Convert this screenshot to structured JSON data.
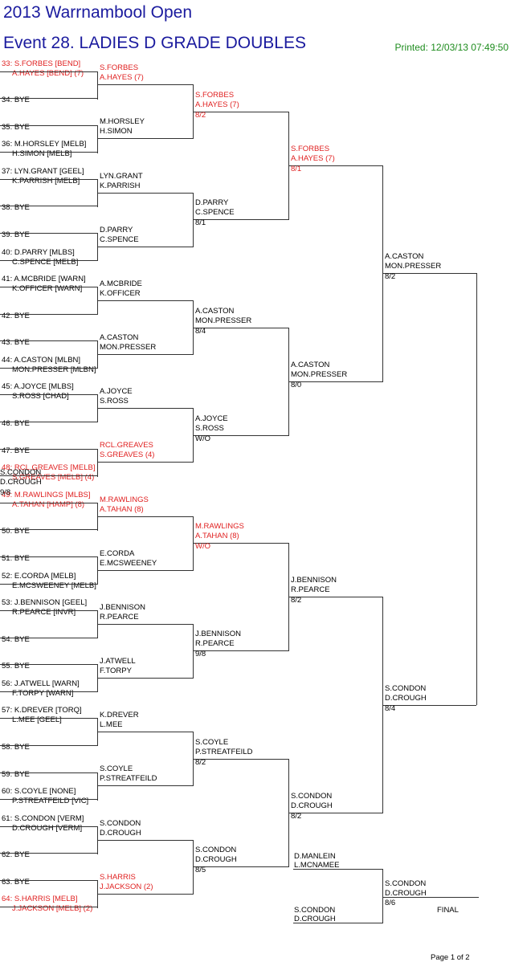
{
  "header": {
    "tournament_title": "2013 Warrnambool Open",
    "event_title": "Event 28. LADIES D GRADE DOUBLES",
    "printed": "Printed: 12/03/13 07:49:50"
  },
  "colors": {
    "title": "#1a1a9e",
    "printed": "#1e8c1e",
    "seed_red": "#e02020",
    "lines": "#333333"
  },
  "draw": [
    {
      "l1": "33: S.FORBES [BEND]",
      "l2": "A.HAYES [BEND] (7)",
      "red": true
    },
    {
      "l1": "34: BYE",
      "l2": ""
    },
    {
      "l1": "35: BYE",
      "l2": ""
    },
    {
      "l1": "36: M.HORSLEY [MELB]",
      "l2": "H.SIMON [MELB]"
    },
    {
      "l1": "37: LYN.GRANT [GEEL]",
      "l2": "K.PARRISH [MELB]"
    },
    {
      "l1": "38: BYE",
      "l2": ""
    },
    {
      "l1": "39: BYE",
      "l2": ""
    },
    {
      "l1": "40: D.PARRY [MLBS]",
      "l2": "C.SPENCE [MELB]"
    },
    {
      "l1": "41: A.MCBRIDE [WARN]",
      "l2": "K.OFFICER [WARN]"
    },
    {
      "l1": "42: BYE",
      "l2": ""
    },
    {
      "l1": "43: BYE",
      "l2": ""
    },
    {
      "l1": "44: A.CASTON [MLBN]",
      "l2": "MON.PRESSER [MLBN]"
    },
    {
      "l1": "45: A.JOYCE [MLBS]",
      "l2": "S.ROSS [CHAD]"
    },
    {
      "l1": "46: BYE",
      "l2": ""
    },
    {
      "l1": "47: BYE",
      "l2": ""
    },
    {
      "l1": "48: RCL.GREAVES [MELB]",
      "l2": "S.GREAVES [MELB] (4)",
      "red": true
    },
    {
      "l1": "49: M.RAWLINGS [MLBS]",
      "l2": "A.TAHAN [HAMP] (8)",
      "red": true
    },
    {
      "l1": "50: BYE",
      "l2": ""
    },
    {
      "l1": "51: BYE",
      "l2": ""
    },
    {
      "l1": "52: E.CORDA [MELB]",
      "l2": "E.MCSWEENEY [MELB]"
    },
    {
      "l1": "53: J.BENNISON [GEEL]",
      "l2": "R.PEARCE [INVR]"
    },
    {
      "l1": "54: BYE",
      "l2": ""
    },
    {
      "l1": "55: BYE",
      "l2": ""
    },
    {
      "l1": "56: J.ATWELL [WARN]",
      "l2": "F.TORPY [WARN]"
    },
    {
      "l1": "57: K.DREVER [TORQ]",
      "l2": "L.MEE [GEEL]"
    },
    {
      "l1": "58: BYE",
      "l2": ""
    },
    {
      "l1": "59: BYE",
      "l2": ""
    },
    {
      "l1": "60: S.COYLE [NONE]",
      "l2": "P.STREATFEILD [VIC]"
    },
    {
      "l1": "61: S.CONDON [VERM]",
      "l2": "D.CROUGH [VERM]"
    },
    {
      "l1": "62: BYE",
      "l2": ""
    },
    {
      "l1": "63: BYE",
      "l2": ""
    },
    {
      "l1": "64: S.HARRIS [MELB]",
      "l2": "J.JACKSON [MELB] (2)",
      "red": true
    }
  ],
  "rounds": [
    [
      {
        "l1": "S.FORBES",
        "l2": "A.HAYES (7)",
        "score": "",
        "red": true
      },
      {
        "l1": "M.HORSLEY",
        "l2": "H.SIMON",
        "score": ""
      },
      {
        "l1": "LYN.GRANT",
        "l2": "K.PARRISH",
        "score": ""
      },
      {
        "l1": "D.PARRY",
        "l2": "C.SPENCE",
        "score": ""
      },
      {
        "l1": "A.MCBRIDE",
        "l2": "K.OFFICER",
        "score": ""
      },
      {
        "l1": "A.CASTON",
        "l2": "MON.PRESSER",
        "score": ""
      },
      {
        "l1": "A.JOYCE",
        "l2": "S.ROSS",
        "score": ""
      },
      {
        "l1": "RCL.GREAVES",
        "l2": "S.GREAVES (4)",
        "score": "",
        "red": true
      },
      {
        "l1": "M.RAWLINGS",
        "l2": "A.TAHAN (8)",
        "score": "",
        "red": true
      },
      {
        "l1": "E.CORDA",
        "l2": "E.MCSWEENEY",
        "score": ""
      },
      {
        "l1": "J.BENNISON",
        "l2": "R.PEARCE",
        "score": ""
      },
      {
        "l1": "J.ATWELL",
        "l2": "F.TORPY",
        "score": ""
      },
      {
        "l1": "K.DREVER",
        "l2": "L.MEE",
        "score": ""
      },
      {
        "l1": "S.COYLE",
        "l2": "P.STREATFEILD",
        "score": ""
      },
      {
        "l1": "S.CONDON",
        "l2": "D.CROUGH",
        "score": ""
      },
      {
        "l1": "S.HARRIS",
        "l2": "J.JACKSON (2)",
        "score": "",
        "red": true
      }
    ],
    [
      {
        "l1": "S.FORBES",
        "l2": "A.HAYES (7)",
        "score": "8/2",
        "red": true
      },
      {
        "l1": "D.PARRY",
        "l2": "C.SPENCE",
        "score": "8/1"
      },
      {
        "l1": "A.CASTON",
        "l2": "MON.PRESSER",
        "score": "8/4"
      },
      {
        "l1": "A.JOYCE",
        "l2": "S.ROSS",
        "score": "W/O"
      },
      {
        "l1": "M.RAWLINGS",
        "l2": "A.TAHAN (8)",
        "score": "W/O",
        "red": true
      },
      {
        "l1": "J.BENNISON",
        "l2": "R.PEARCE",
        "score": "9/8"
      },
      {
        "l1": "S.COYLE",
        "l2": "P.STREATFEILD",
        "score": "8/2"
      },
      {
        "l1": "S.CONDON",
        "l2": "D.CROUGH",
        "score": "8/5"
      }
    ],
    [
      {
        "l1": "S.FORBES",
        "l2": "A.HAYES (7)",
        "score": "8/1",
        "red": true
      },
      {
        "l1": "A.CASTON",
        "l2": "MON.PRESSER",
        "score": "8/0"
      },
      {
        "l1": "J.BENNISON",
        "l2": "R.PEARCE",
        "score": "8/2"
      },
      {
        "l1": "S.CONDON",
        "l2": "D.CROUGH",
        "score": "8/2"
      }
    ],
    [
      {
        "l1": "A.CASTON",
        "l2": "MON.PRESSER",
        "score": "8/2"
      },
      {
        "l1": "S.CONDON",
        "l2": "D.CROUGH",
        "score": "8/4"
      }
    ],
    [
      {
        "l1": "S.CONDON",
        "l2": "D.CROUGH",
        "score": "9/8"
      }
    ]
  ],
  "third_place": [
    {
      "l1": "D.MANLEIN",
      "l2": "L.MCNAMEE"
    },
    {
      "l1": "S.CONDON",
      "l2": "D.CROUGH"
    }
  ],
  "final_result": {
    "l1": "S.CONDON",
    "l2": "D.CROUGH",
    "score": "8/6"
  },
  "final_label": "FINAL",
  "page_number": "Page 1 of 2"
}
